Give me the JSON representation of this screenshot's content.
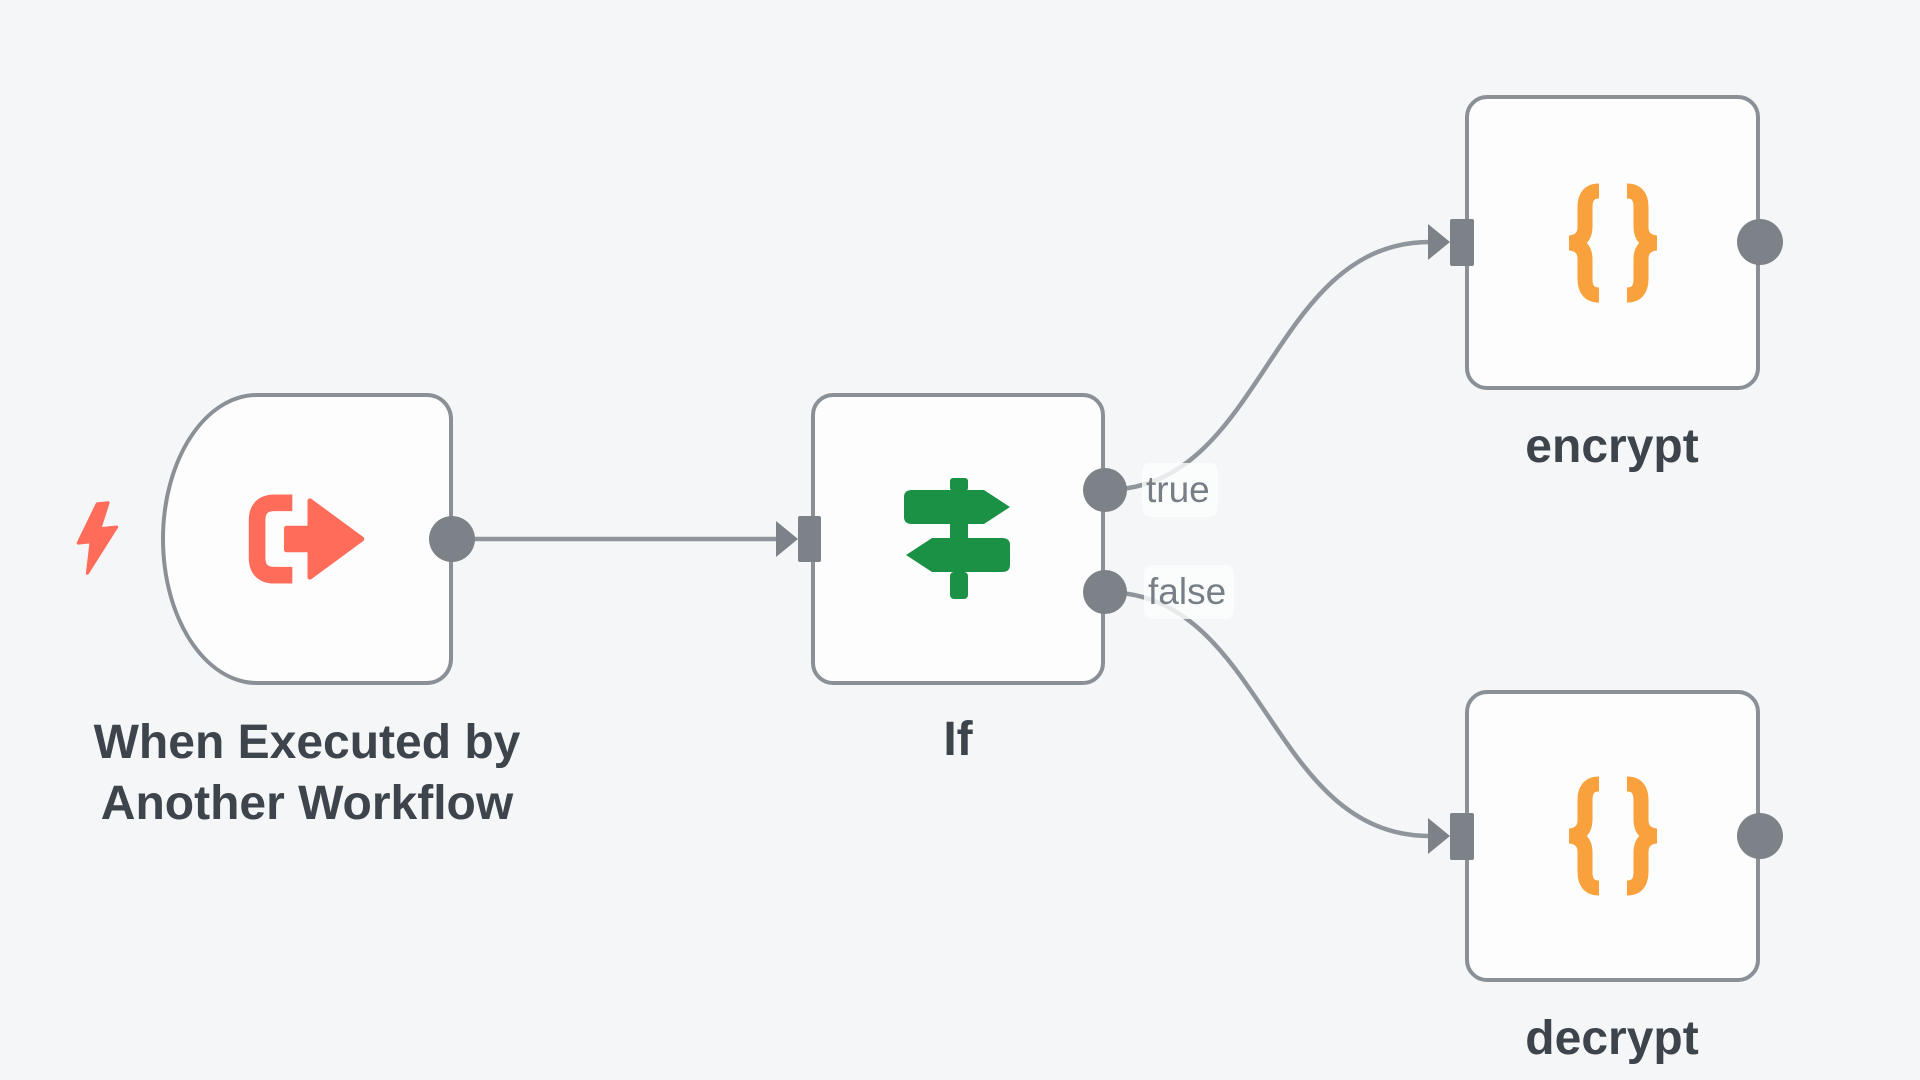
{
  "app": "workflow-editor-canvas",
  "colors": {
    "canvas_background": "#f5f6f8",
    "node_background": "#fdfdfe",
    "node_border": "#8b9096",
    "wire": "#8f959b",
    "connector": "#7d8288",
    "node_label_text": "#3e444b",
    "port_label_text": "#787e86",
    "trigger_red": "#ff6d5a",
    "if_green": "#1a9144",
    "code_orange": "#f9a13c"
  },
  "nodes": [
    {
      "id": "when-executed-by-another-workflow",
      "type": "execute-workflow-trigger",
      "label": "When Executed by Another Workflow",
      "label_lines": [
        "When Executed by",
        "Another Workflow"
      ],
      "icon": "arrow-right-from-bracket-icon",
      "icon_color": "#ff6d5a",
      "trigger_indicator_icon": "lightning-bolt-icon"
    },
    {
      "id": "if",
      "type": "if",
      "label": "If",
      "icon": "signpost-icon",
      "icon_color": "#1a9144",
      "outputs": [
        {
          "label": "true"
        },
        {
          "label": "false"
        }
      ]
    },
    {
      "id": "encrypt",
      "type": "code",
      "label": "encrypt",
      "icon": "curly-braces-icon",
      "icon_color": "#f9a13c"
    },
    {
      "id": "decrypt",
      "type": "code",
      "label": "decrypt",
      "icon": "curly-braces-icon",
      "icon_color": "#f9a13c"
    }
  ],
  "connections": [
    {
      "from": "when-executed-by-another-workflow",
      "to": "if"
    },
    {
      "from": "if",
      "from_output": "true",
      "to": "encrypt"
    },
    {
      "from": "if",
      "from_output": "false",
      "to": "decrypt"
    }
  ]
}
